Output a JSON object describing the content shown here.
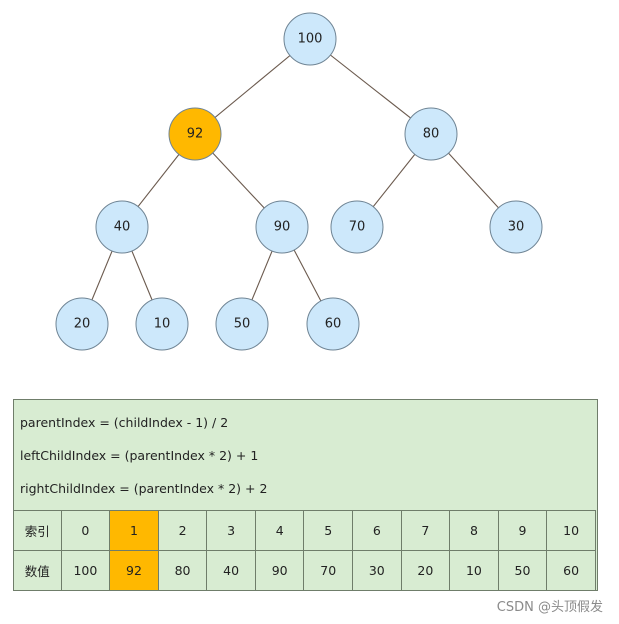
{
  "tree": {
    "nodes": [
      {
        "id": "n0",
        "value": "100",
        "highlighted": false
      },
      {
        "id": "n1",
        "value": "92",
        "highlighted": true
      },
      {
        "id": "n2",
        "value": "80",
        "highlighted": false
      },
      {
        "id": "n3",
        "value": "40",
        "highlighted": false
      },
      {
        "id": "n4",
        "value": "90",
        "highlighted": false
      },
      {
        "id": "n5",
        "value": "70",
        "highlighted": false
      },
      {
        "id": "n6",
        "value": "30",
        "highlighted": false
      },
      {
        "id": "n7",
        "value": "20",
        "highlighted": false
      },
      {
        "id": "n8",
        "value": "10",
        "highlighted": false
      },
      {
        "id": "n9",
        "value": "50",
        "highlighted": false
      },
      {
        "id": "n10",
        "value": "60",
        "highlighted": false
      }
    ],
    "edges": [
      [
        "n0",
        "n1"
      ],
      [
        "n0",
        "n2"
      ],
      [
        "n1",
        "n3"
      ],
      [
        "n1",
        "n4"
      ],
      [
        "n2",
        "n5"
      ],
      [
        "n2",
        "n6"
      ],
      [
        "n3",
        "n7"
      ],
      [
        "n3",
        "n8"
      ],
      [
        "n4",
        "n9"
      ],
      [
        "n4",
        "n10"
      ]
    ]
  },
  "formulas": [
    "parentIndex = (childIndex - 1) / 2",
    "leftChildIndex = (parentIndex * 2) + 1",
    "rightChildIndex = (parentIndex * 2) + 2"
  ],
  "table": {
    "index_header": "索引",
    "value_header": "数值",
    "indices": [
      "0",
      "1",
      "2",
      "3",
      "4",
      "5",
      "6",
      "7",
      "8",
      "9",
      "10"
    ],
    "values": [
      "100",
      "92",
      "80",
      "40",
      "90",
      "70",
      "30",
      "20",
      "10",
      "50",
      "60"
    ],
    "highlighted_index": 1
  },
  "colors": {
    "node_fill": "#cde8fb",
    "highlight": "#ffb800",
    "panel_bg": "#d8ecd2"
  },
  "watermark": "CSDN @头顶假发"
}
